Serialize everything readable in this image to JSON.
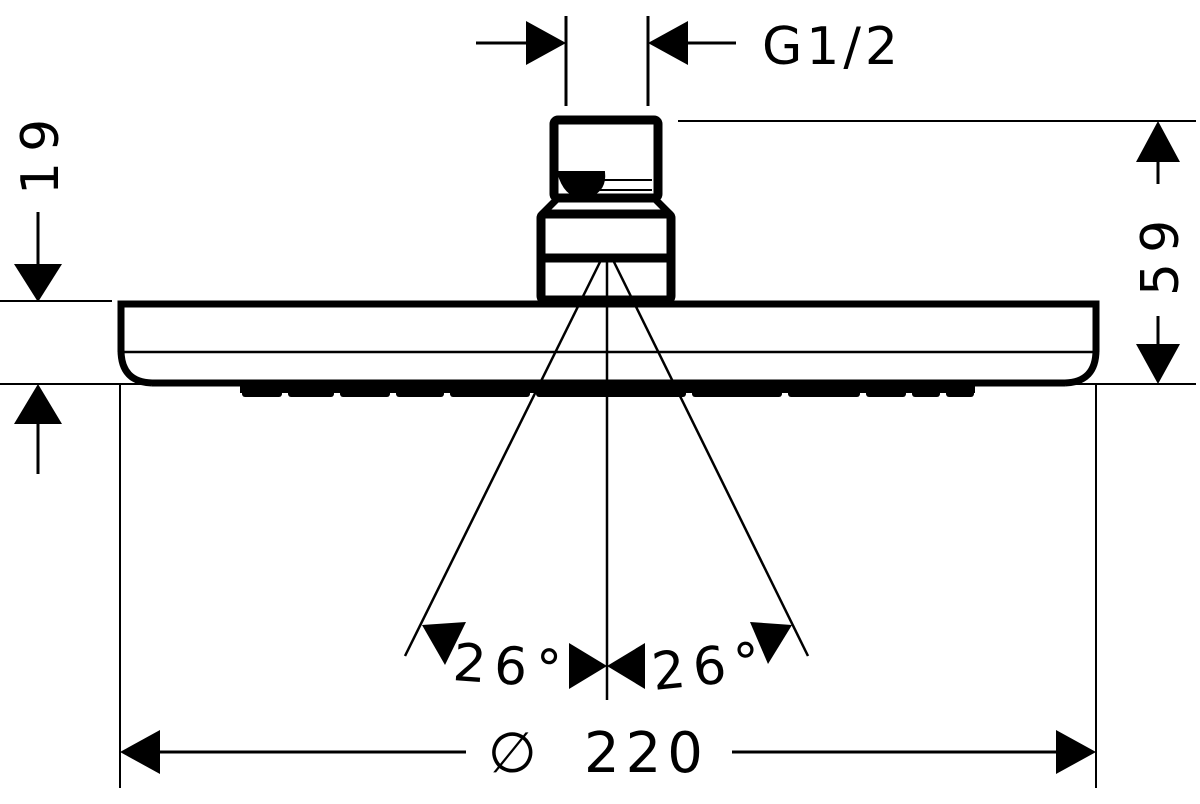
{
  "drawing": {
    "title": "Overhead shower technical drawing",
    "colors": {
      "line": "#000000",
      "background": "#ffffff"
    },
    "dimensions": {
      "thread": "G1/2",
      "plate_height": "19",
      "total_height": "59",
      "spray_angle_left": "26°",
      "spray_angle_right": "26°",
      "diameter_symbol": "∅",
      "diameter": "220"
    }
  }
}
